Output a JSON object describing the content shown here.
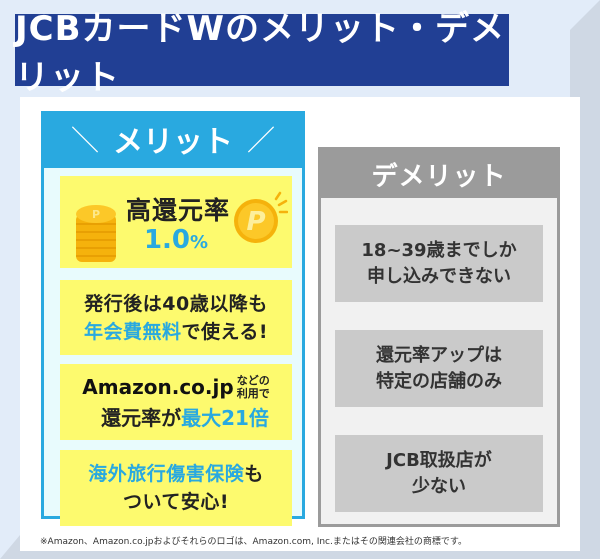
{
  "title": "JCBカードWのメリット・デメリット",
  "colors": {
    "title_bg": "#213f94",
    "merit_accent": "#29a9e0",
    "merit_box": "#fdfa6e",
    "demerit_header": "#9b9b9b",
    "demerit_box": "#cacaca"
  },
  "merit": {
    "header": "メリット",
    "slash_left": "＼",
    "slash_right": "／",
    "items": [
      {
        "line1": "高還元率",
        "value": "1.0",
        "unit": "%",
        "icons": [
          "coin-stack-icon",
          "point-coin-icon"
        ]
      },
      {
        "line1": "発行後は40歳以降も",
        "line2_highlight": "年会費無料",
        "line2_rest": "で使える!"
      },
      {
        "brand": "Amazon.co.jp",
        "small_line1": "などの",
        "small_line2": "利用で",
        "line2_prefix": "還元率が",
        "line2_highlight": "最大21倍"
      },
      {
        "line1_highlight": "海外旅行傷害保険",
        "line1_rest": "も",
        "line2": "ついて安心!"
      }
    ]
  },
  "demerit": {
    "header": "デメリット",
    "items": [
      {
        "line1": "18~39歳までしか",
        "line2": "申し込みできない"
      },
      {
        "line1": "還元率アップは",
        "line2": "特定の店舗のみ"
      },
      {
        "line1": "JCB取扱店が",
        "line2": "少ない"
      }
    ]
  },
  "footnote": "※Amazon、Amazon.co.jpおよびそれらのロゴは、Amazon.com, Inc.またはその関連会社の商標です。"
}
